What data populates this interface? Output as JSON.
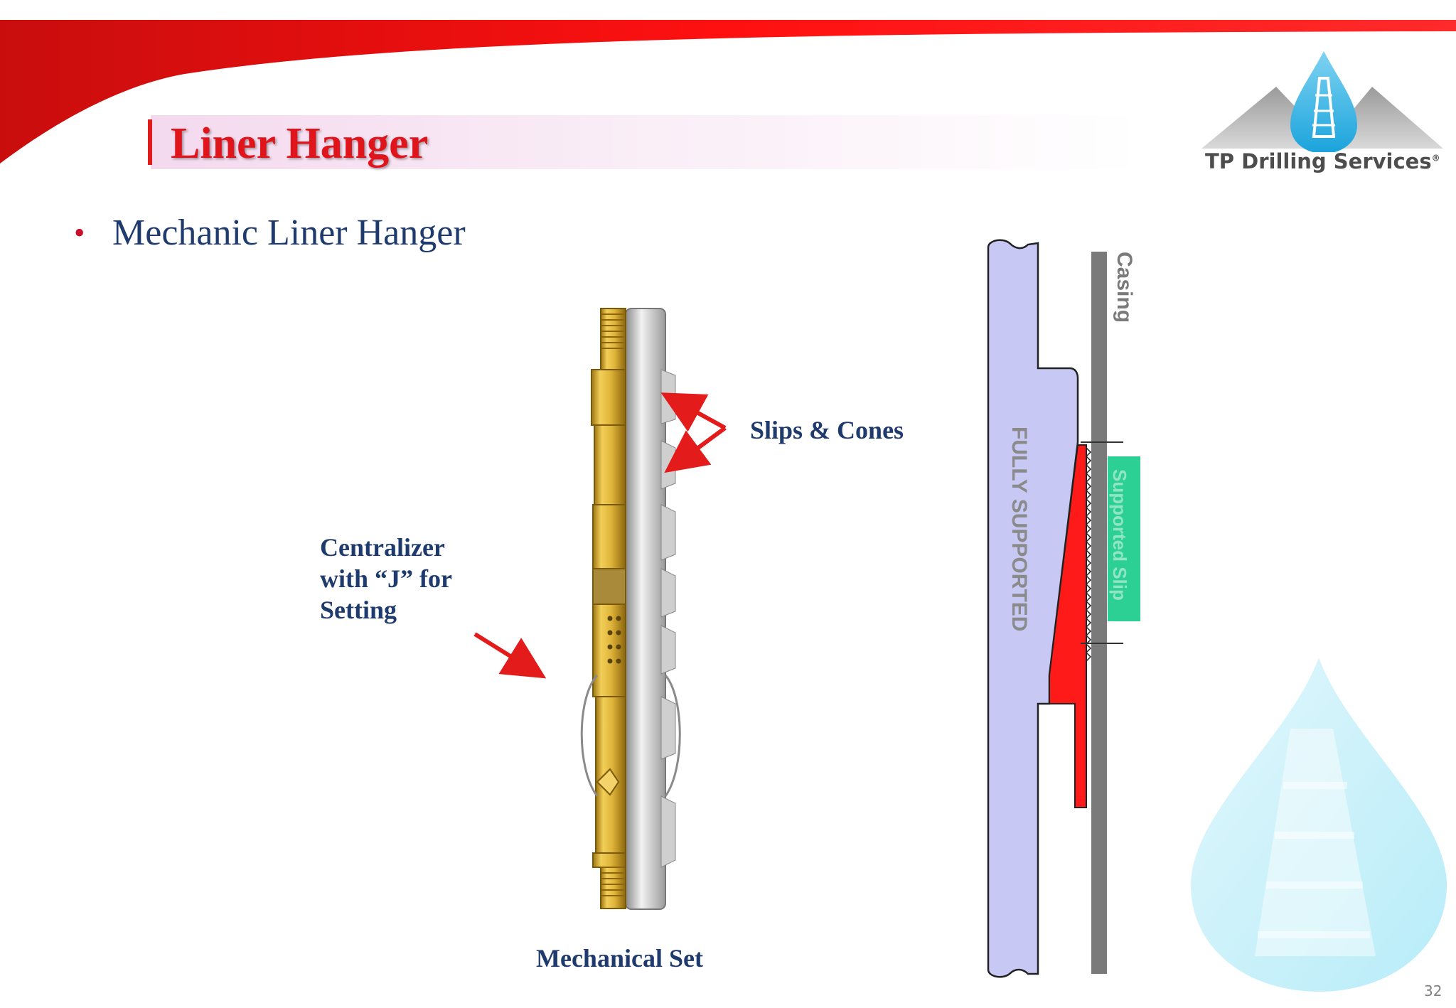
{
  "slide": {
    "title": "Liner Hanger",
    "bullet": "Mechanic Liner Hanger",
    "page_number": "32"
  },
  "logo": {
    "text": "TP Drilling Services",
    "trademark": "®"
  },
  "tool_figure": {
    "label_slips": "Slips & Cones",
    "label_centralizer": [
      "Centralizer",
      "with “J” for",
      "Setting"
    ],
    "caption": "Mechanical Set"
  },
  "cross_section": {
    "label_casing": "Casing",
    "label_fully_supported": "FULLY SUPPORTED",
    "label_supported_slip": "Supported Slip"
  },
  "colors": {
    "accent_red": "#e31b1b",
    "title_red": "#e0141b",
    "text_navy": "#1f3b6e",
    "tool_gold": "#d4a52a",
    "liner_lavender": "#c8c8f4",
    "slip_green": "#2ccf94",
    "casing_gray": "#7a7a7a"
  }
}
